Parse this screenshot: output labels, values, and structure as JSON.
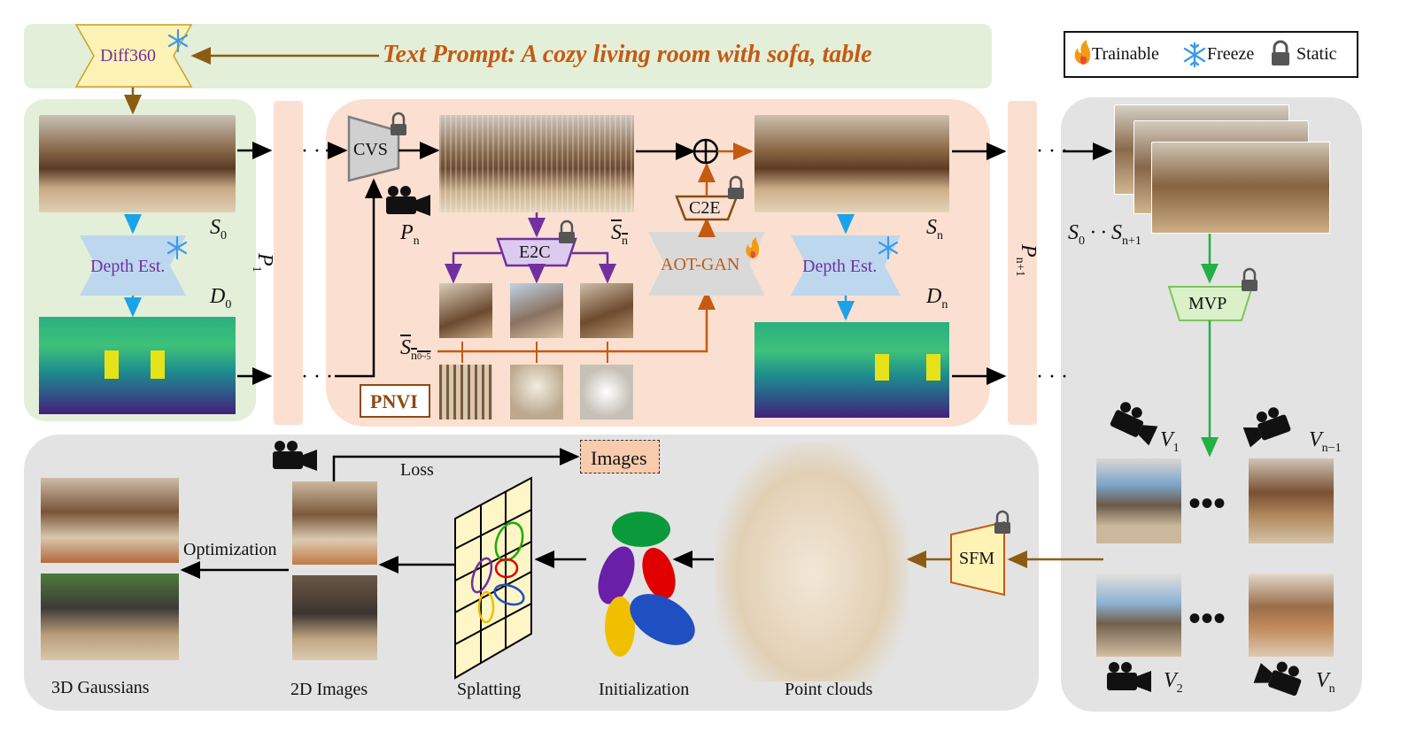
{
  "text_prompt": "Text Prompt: A cozy living room with sofa, table",
  "legend": {
    "trainable": "Trainable",
    "freeze": "Freeze",
    "static": "Static"
  },
  "modules": {
    "diff360": "Diff360",
    "depth_est": "Depth Est.",
    "cvs": "CVS",
    "e2c": "E2C",
    "c2e": "C2E",
    "aot_gan": "AOT-GAN",
    "depth_est_n": "Depth Est.",
    "mvp": "MVP",
    "sfm": "SFM",
    "pnvi": "PNVI",
    "images": "Images"
  },
  "symbols": {
    "s0": "S",
    "s0_sub": "0",
    "d0": "D",
    "d0_sub": "0",
    "p1": "P",
    "p1_sub": "1",
    "pn": "P",
    "pn_sub": "n",
    "sn_bar": "S",
    "sn_bar_sub": "n",
    "sn_bar_sub_range": "n",
    "sn_range_sub": "0~5",
    "sn": "S",
    "sn_sub": "n",
    "dn": "D",
    "dn_sub": "n",
    "pn1": "P",
    "pn1_sub": "n+1",
    "s0_stack": "S",
    "s0_stack_sub": "0",
    "sn1_stack": "S",
    "sn1_stack_sub": "n+1",
    "v1": "V",
    "v1_sub": "1",
    "vn_1": "V",
    "vn_1_sub": "n−1",
    "v2": "V",
    "v2_sub": "2",
    "vn": "V",
    "vn_sub": "n"
  },
  "bottom_labels": {
    "gaussians": "3D Gaussians",
    "images_2d": "2D Images",
    "splatting": "Splatting",
    "initialization": "Initialization",
    "point_clouds": "Point clouds",
    "optimization": "Optimization",
    "loss": "Loss"
  },
  "colors": {
    "green_panel": "#e3efd9",
    "peach_panel": "#fbe0d1",
    "gray_panel": "#e3e3e3",
    "title_orange": "#c55a11",
    "purple": "#7030a0",
    "module_yellow": "#fff2b5",
    "depth_blue": "#bdd7ee",
    "mvp_green": "#d9f0c8",
    "arrow_brown": "#8c5c12",
    "arrow_orange": "#c55a11",
    "arrow_blue": "#1aa3e8",
    "arrow_green": "#23b045"
  }
}
